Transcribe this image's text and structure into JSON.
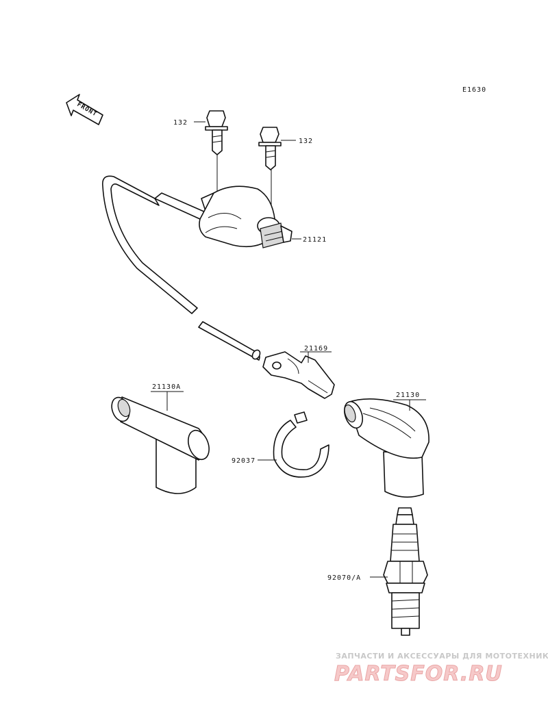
{
  "diagram": {
    "code": "E1630",
    "front_label": "FRONT",
    "callouts": {
      "bolt_left": "132",
      "bolt_right": "132",
      "ignition_coil": "21121",
      "clamp": "21169",
      "cap_straight": "21130A",
      "cap_angled": "21130",
      "band": "92037",
      "spark_plug": "92070/A"
    }
  },
  "watermark": {
    "tagline": "ЗАПЧАСТИ И АКСЕССУАРЫ ДЛЯ МОТОТЕХНИКИ",
    "logo": "PARTSFOR.RU"
  }
}
